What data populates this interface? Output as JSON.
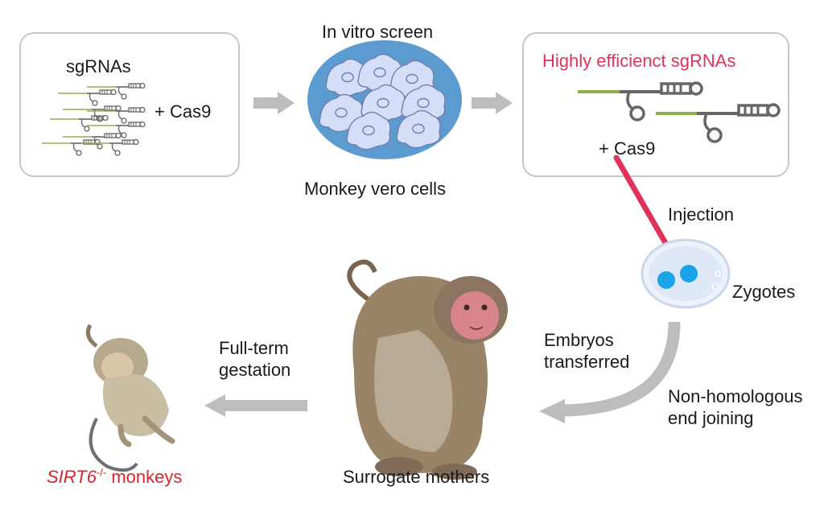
{
  "step1": {
    "label": "sgRNAs",
    "cas9": "+ Cas9"
  },
  "screen": {
    "top_label": "In vitro screen",
    "bottom_label": "Monkey vero cells"
  },
  "efficient": {
    "label": "Highly efficienct sgRNAs",
    "cas9": "+ Cas9",
    "label_color": "#e0335c"
  },
  "injection": {
    "label": "Injection"
  },
  "zygotes": {
    "label": "Zygotes"
  },
  "transfer": {
    "line1": "Embryos",
    "line2": "transferred"
  },
  "nhej": {
    "line1": "Non-homologous",
    "line2": "end joining"
  },
  "mothers": {
    "label": "Surrogate mothers"
  },
  "gestation": {
    "line1": "Full-term",
    "line2": "gestation"
  },
  "result": {
    "gene": "SIRT6",
    "superscript": "-/-",
    "suffix": " monkeys",
    "color": "#d9262b"
  },
  "colors": {
    "accent": "#e0335c",
    "arrow": "#bdbdbd",
    "cell_bg": "#5b9bd0",
    "guide_green": "#8fb04a",
    "zygote_blue": "#1aa3e8"
  }
}
